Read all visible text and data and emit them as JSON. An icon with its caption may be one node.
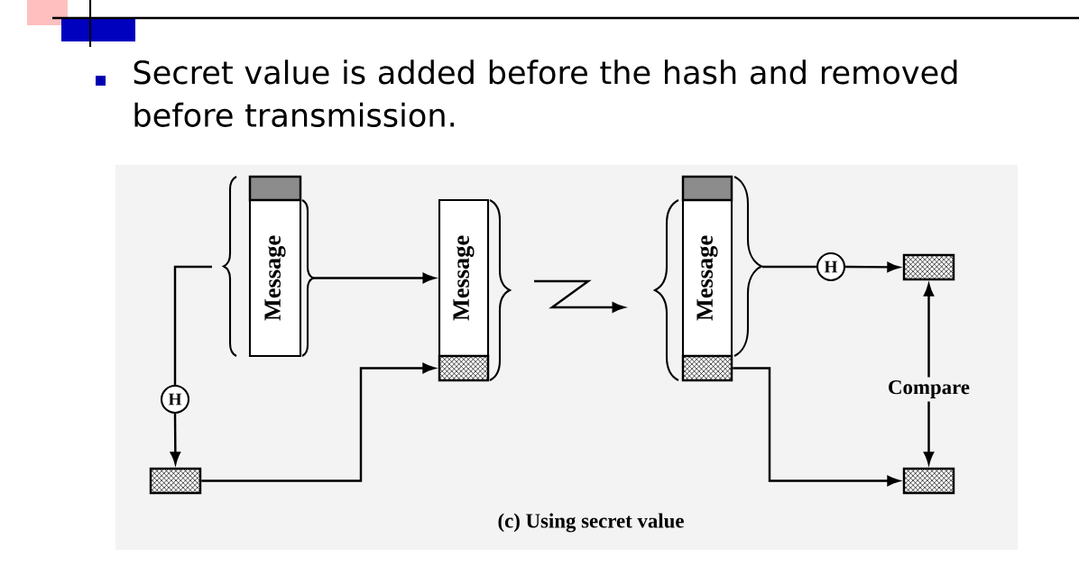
{
  "diagram": {
    "caption": "(c) Using secret value",
    "nodes": [
      {
        "text": [
          "Message"
        ]
      },
      {
        "text": [],
        "shape": "box"
      },
      {
        "text": [
          "H"
        ]
      },
      {
        "text": [],
        "shape": "box"
      },
      {
        "text": [
          "Message"
        ]
      },
      {
        "text": [],
        "shape": "box"
      },
      {
        "text": [
          "Message"
        ]
      },
      {
        "text": [],
        "shape": "box"
      },
      {
        "text": [],
        "shape": "box"
      },
      {
        "text": [
          "H"
        ]
      },
      {
        "text": [],
        "shape": "box"
      },
      {
        "text": [],
        "shape": "box"
      }
    ],
    "edges": [
      {
        "from": 0,
        "to": 2,
        "arrow": "none"
      },
      {
        "from": 2,
        "to": 3,
        "arrow": "to"
      },
      {
        "from": 0,
        "to": 4,
        "arrow": "to"
      },
      {
        "from": 3,
        "to": 5,
        "arrow": "to"
      },
      {
        "from": 4,
        "to": 6,
        "arrow": "to"
      },
      {
        "from": 6,
        "to": 9,
        "arrow": "none"
      },
      {
        "from": 9,
        "to": 10,
        "arrow": "to"
      },
      {
        "from": 8,
        "to": 11,
        "arrow": "to"
      },
      {
        "from": 10,
        "to": 11,
        "arrow": "both",
        "label": "Compare"
      }
    ],
    "labels": [
      "Secret value is added before the hash and removed before transmission."
    ]
  }
}
